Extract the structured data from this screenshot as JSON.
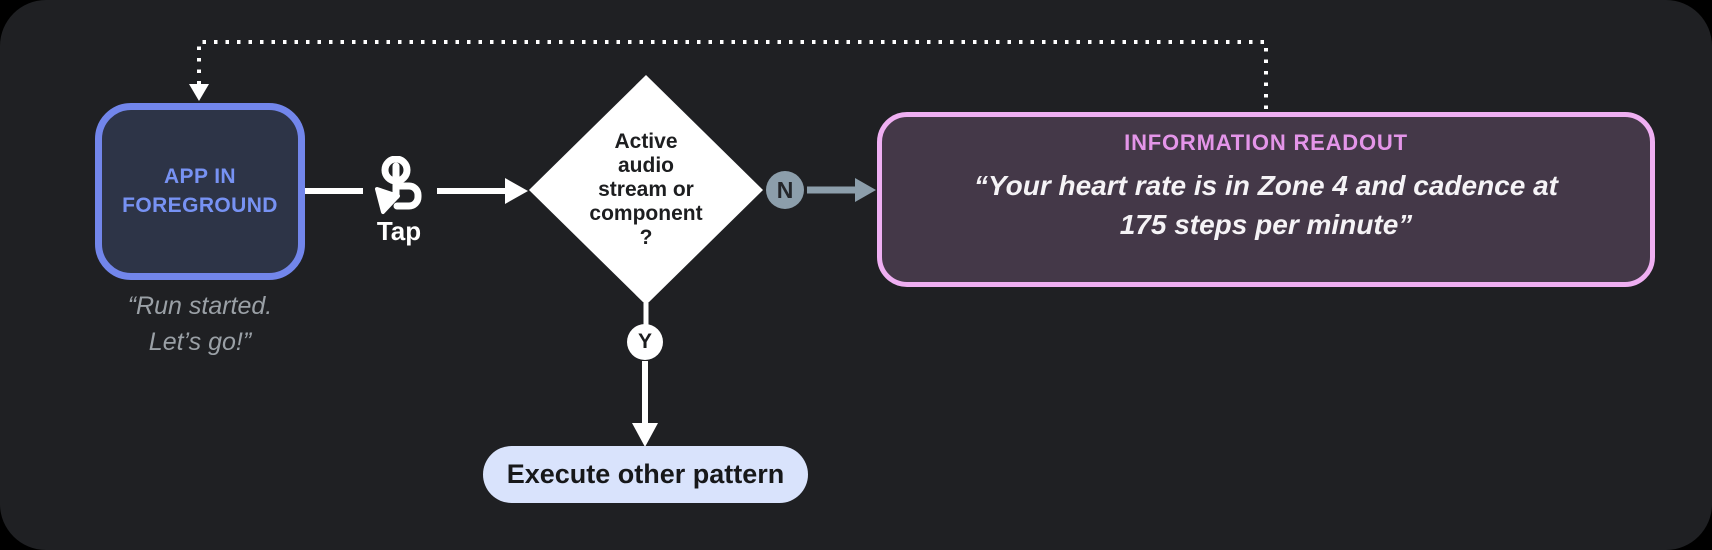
{
  "colors": {
    "outer_bg": "#000000",
    "panel_bg": "#1f2023",
    "app_fill": "#2d3447",
    "app_border": "#7286eb",
    "app_text": "#7792f3",
    "caption_text": "#9aa0a6",
    "decision_fill": "#ffffff",
    "decision_text": "#1d1e20",
    "no_badge": "#8c9eab",
    "yes_badge": "#ffffff",
    "readout_fill": "#443848",
    "readout_border": "#efaff2",
    "readout_title": "#e495e9",
    "action_fill": "#d9e3fc",
    "action_text": "#17181a",
    "connector": "#ffffff"
  },
  "app_node": {
    "label": "APP IN\nFOREGROUND",
    "caption": "“Run started.\nLet’s go!”"
  },
  "tap_trigger": {
    "label": "Tap",
    "icon": "tap-gesture-icon"
  },
  "decision_node": {
    "question": "Active\naudio\nstream or\ncomponent\n?"
  },
  "branch_no": {
    "label": "N"
  },
  "branch_yes": {
    "label": "Y"
  },
  "readout_node": {
    "title": "INFORMATION READOUT",
    "speech": "“Your heart rate is in Zone 4 and cadence at\n175 steps per minute”"
  },
  "action_node": {
    "label": "Execute other pattern"
  }
}
